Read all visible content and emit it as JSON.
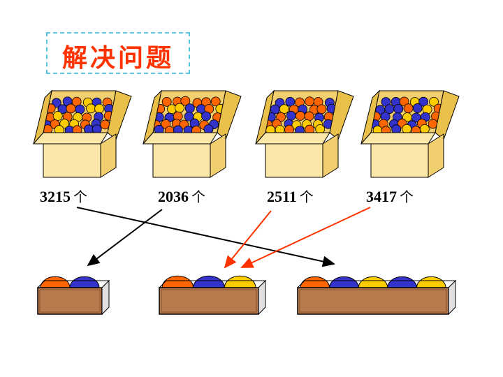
{
  "title": "解决问题",
  "unit": "个",
  "boxes": [
    {
      "count": "3215"
    },
    {
      "count": "2036"
    },
    {
      "count": "2511"
    },
    {
      "count": "3417"
    }
  ],
  "trays": [
    {
      "balls": 2
    },
    {
      "balls": 3
    },
    {
      "balls": 5
    }
  ],
  "colors": {
    "title": "#ff3300",
    "title_border": "#55c6dc",
    "box_light": "#fbe7a8",
    "box_side": "#f2cf6e",
    "box_flap": "#e8c04a",
    "tray_wood": "#b97a4e",
    "ball_orange": "#ff6600",
    "ball_blue": "#3333cc",
    "ball_yellow": "#ffcc00",
    "arrow_black": "#000000",
    "arrow_red": "#ff3300"
  }
}
